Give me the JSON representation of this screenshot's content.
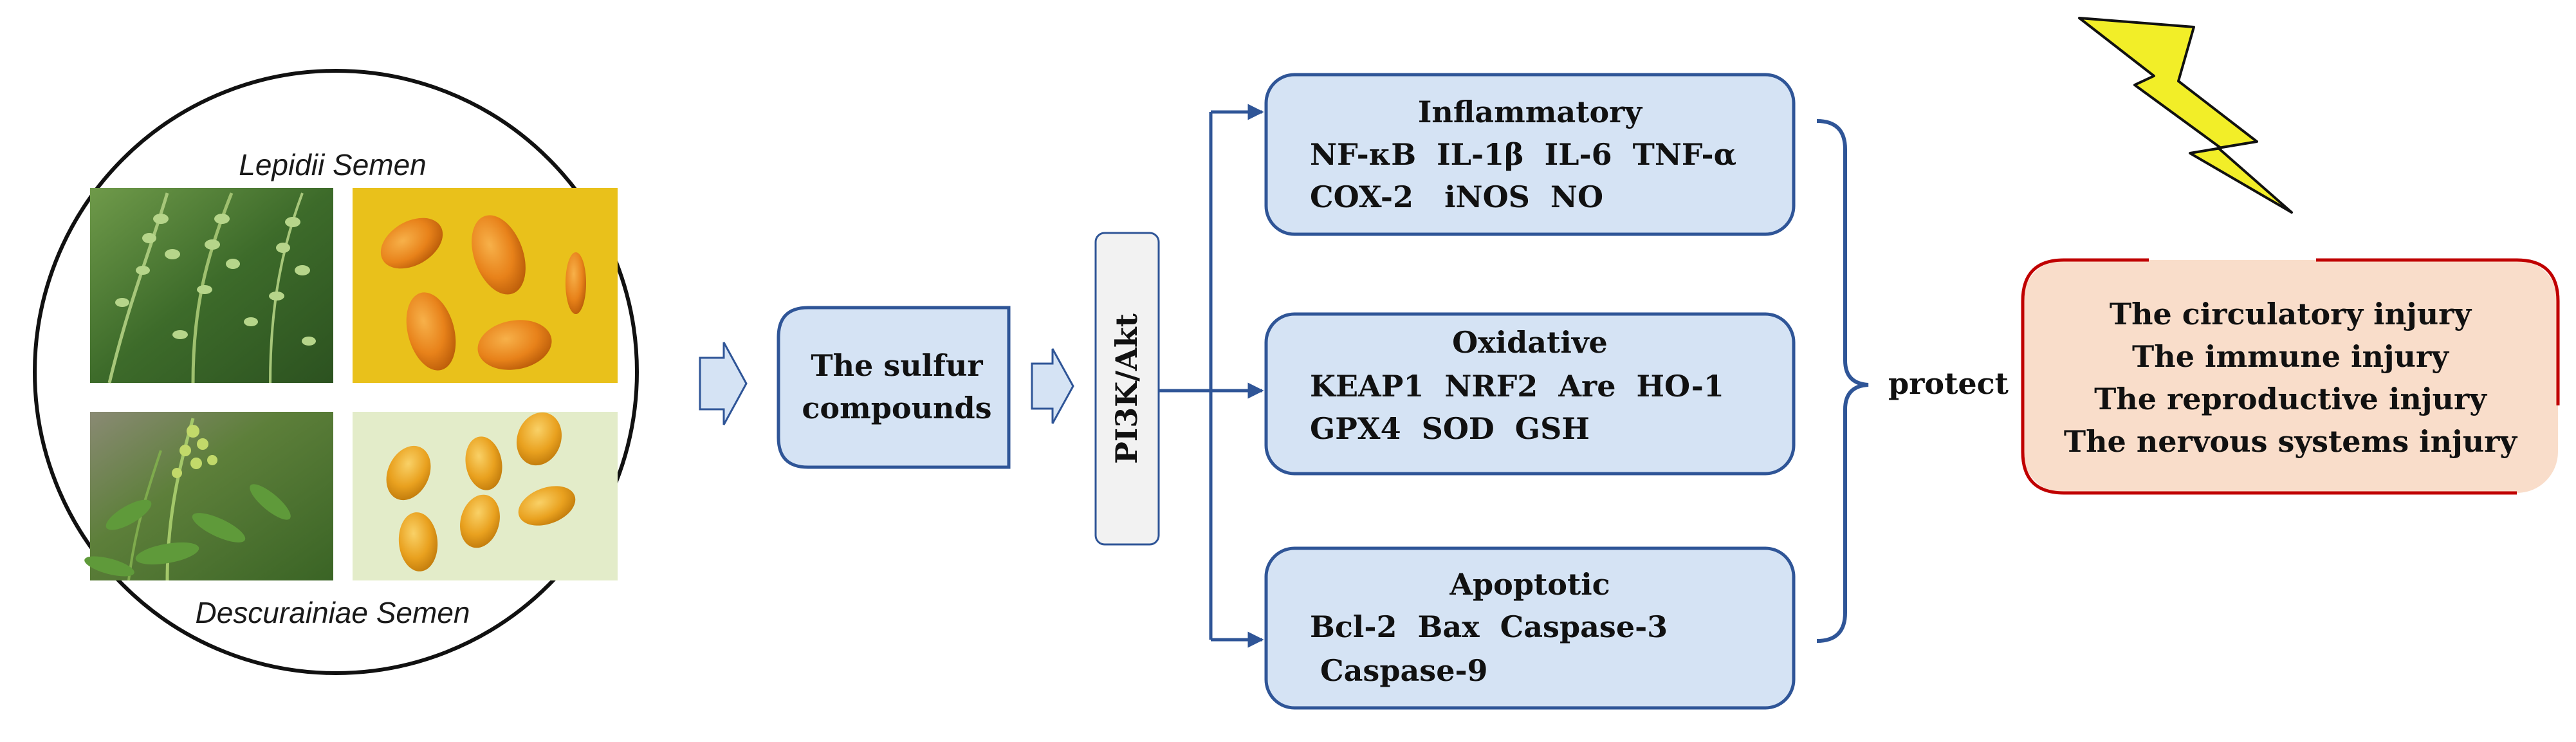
{
  "plants": {
    "top_label": "Lepidii Semen",
    "bottom_label": "Descurainiae Semen"
  },
  "compounds": {
    "line1": "The sulfur",
    "line2": "compounds"
  },
  "pathway": {
    "label": "PI3K/Akt"
  },
  "mechanisms": [
    {
      "title": "Inflammatory",
      "line1": "NF-κB  IL-1β  IL-6  TNF-α",
      "line2": "COX-2   iNOS  NO"
    },
    {
      "title": "Oxidative",
      "line1": "KEAP1  NRF2  Are  HO-1",
      "line2": "GPX4  SOD  GSH"
    },
    {
      "title": "Apoptotic",
      "line1": "Bcl-2  Bax  Caspase-3",
      "line2": " Caspase-9"
    }
  ],
  "protect_label": "protect",
  "injuries": [
    "The circulatory injury",
    "The immune injury",
    "The reproductive injury",
    "The nervous systems injury"
  ],
  "colors": {
    "box_fill": "#d5e3f4",
    "box_stroke": "#2f5597",
    "arrow_stroke": "#2f5597",
    "injury_fill": "#f9ddca",
    "injury_stroke": "#c00000",
    "lightning": "#f2ee28"
  },
  "icons": {
    "lightning": "lightning-bolt-icon"
  }
}
